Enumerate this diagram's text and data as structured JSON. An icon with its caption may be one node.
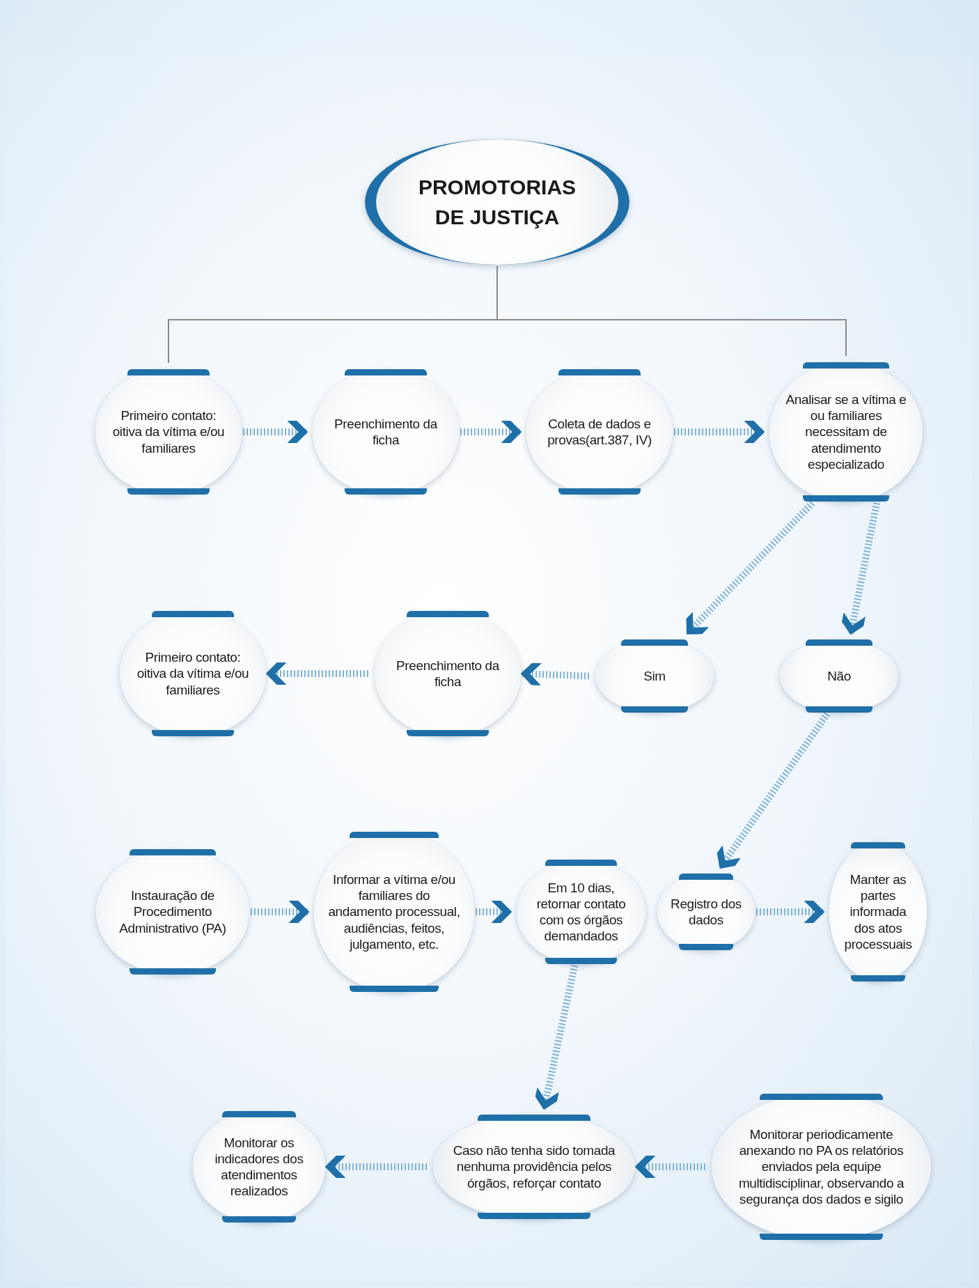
{
  "diagram": {
    "nodes": [
      {
        "text": [
          "PROMOTORIAS DE JUSTIÇA"
        ]
      },
      {
        "text": [
          "Primeiro contato: oitiva da vítima e/ou familiares"
        ]
      },
      {
        "text": [
          "Preenchimento da ficha"
        ]
      },
      {
        "text": [
          "Coleta de dados e provas(art.387, IV)"
        ]
      },
      {
        "text": [
          "Analisar se a vítima e ou familiares necessitam de atendimento especializado"
        ]
      },
      {
        "text": [
          "Sim"
        ]
      },
      {
        "text": [
          "Não"
        ]
      },
      {
        "text": [
          "Preenchimento da ficha"
        ]
      },
      {
        "text": [
          "Primeiro contato: oitiva da vítima e/ou familiares"
        ]
      },
      {
        "text": [
          "Instauração de Procedimento Administrativo (PA)"
        ]
      },
      {
        "text": [
          "Informar a vítima e/ou familiares do andamento processual, audiências, feitos, julgamento, etc."
        ]
      },
      {
        "text": [
          "Em 10 dias, retornar contato com os órgãos demandados"
        ]
      },
      {
        "text": [
          "Registro dos dados"
        ]
      },
      {
        "text": [
          "Manter as partes informada dos atos processuais"
        ]
      },
      {
        "text": [
          "Monitorar os indicadores dos atendimentos realizados"
        ]
      },
      {
        "text": [
          "Caso não tenha sido tomada nenhuma providência pelos órgãos, reforçar contato"
        ]
      },
      {
        "text": [
          "Monitorar periodicamente anexando no PA os relatórios enviados pela equipe multidisciplinar, observando a segurança dos dados e sigilo"
        ]
      }
    ],
    "edges": [
      {
        "from": 0,
        "to": 1,
        "arrow": "none",
        "color": "#8a8a8a"
      },
      {
        "from": 0,
        "to": 4,
        "arrow": "none",
        "color": "#8a8a8a"
      },
      {
        "from": 1,
        "to": 2,
        "arrow": "to",
        "style": "dashed"
      },
      {
        "from": 2,
        "to": 3,
        "arrow": "to",
        "style": "dashed"
      },
      {
        "from": 3,
        "to": 4,
        "arrow": "to",
        "style": "dashed"
      },
      {
        "from": 4,
        "to": 5,
        "arrow": "to",
        "style": "dashed"
      },
      {
        "from": 4,
        "to": 6,
        "arrow": "to",
        "style": "dashed"
      },
      {
        "from": 5,
        "to": 7,
        "arrow": "to",
        "style": "dashed"
      },
      {
        "from": 7,
        "to": 8,
        "arrow": "to",
        "style": "dashed"
      },
      {
        "from": 6,
        "to": 12,
        "arrow": "to",
        "style": "dashed"
      },
      {
        "from": 9,
        "to": 10,
        "arrow": "to",
        "style": "dashed"
      },
      {
        "from": 10,
        "to": 11,
        "arrow": "to",
        "style": "dashed"
      },
      {
        "from": 12,
        "to": 13,
        "arrow": "to",
        "style": "dashed"
      },
      {
        "from": 11,
        "to": 15,
        "arrow": "to",
        "style": "dashed"
      },
      {
        "from": 16,
        "to": 15,
        "arrow": "to",
        "style": "dashed"
      },
      {
        "from": 15,
        "to": 14,
        "arrow": "to",
        "style": "dashed"
      }
    ]
  }
}
